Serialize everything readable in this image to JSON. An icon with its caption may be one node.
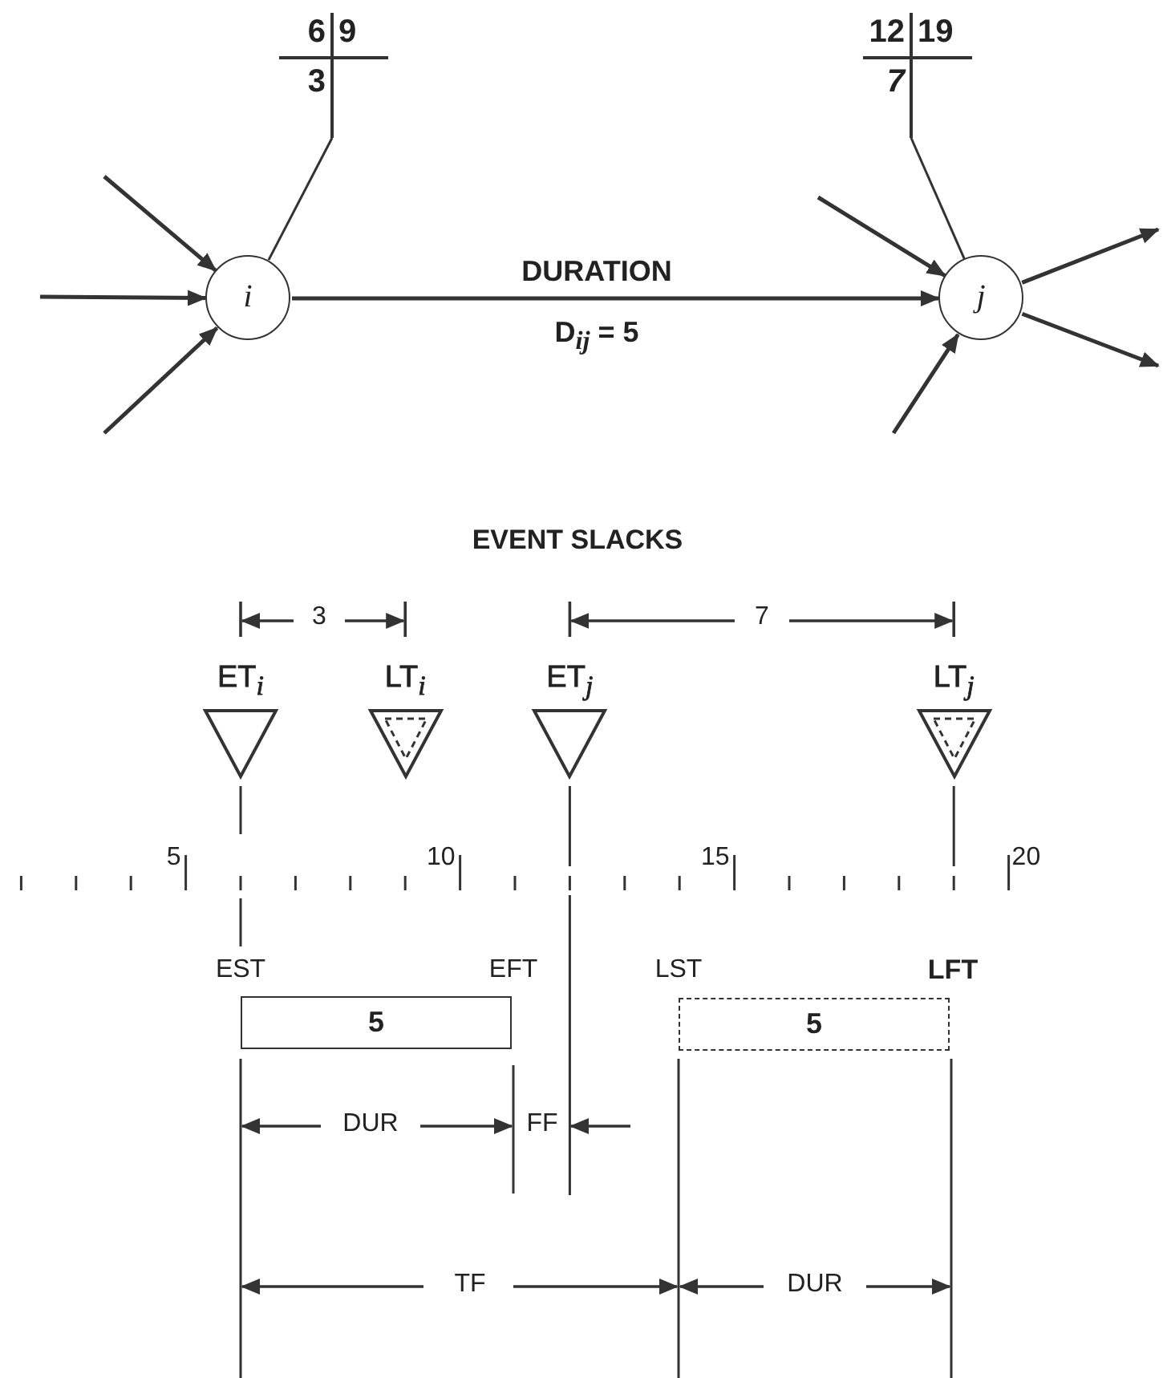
{
  "diagram": {
    "nodes": [
      {
        "text": [
          "*i*"
        ]
      },
      {
        "text": [
          "*j*"
        ]
      },
      {
        "text": [
          "6",
          "9",
          "3"
        ]
      },
      {
        "text": [
          "12",
          "19",
          "*7*"
        ]
      },
      {
        "text": [
          "ET$_{i}$"
        ]
      },
      {
        "text": [
          "LT$_{i}$"
        ]
      },
      {
        "text": [
          "ET$_{j}$"
        ]
      },
      {
        "text": [
          "LT$_{j}$"
        ]
      },
      {
        "text": [
          "5"
        ]
      },
      {
        "text": [
          "5"
        ]
      }
    ],
    "edges": [
      {
        "from": null,
        "to": 0,
        "arrow": "to"
      },
      {
        "from": null,
        "to": 0,
        "arrow": "to"
      },
      {
        "from": null,
        "to": 0,
        "arrow": "to"
      },
      {
        "from": 0,
        "to": 1,
        "arrow": "to",
        "label": "DURATION D$_{ij}$ = 5"
      },
      {
        "from": null,
        "to": 1,
        "arrow": "to"
      },
      {
        "from": null,
        "to": 1,
        "arrow": "to"
      },
      {
        "from": 1,
        "to": null,
        "arrow": "to"
      },
      {
        "from": 1,
        "to": null,
        "arrow": "to"
      },
      {
        "from": 2,
        "to": 0,
        "arrow": "none"
      },
      {
        "from": 3,
        "to": 1,
        "arrow": "none"
      }
    ],
    "labels": [
      "EVENT SLACKS",
      "3",
      "7",
      "5",
      "10",
      "15",
      "20",
      "EST",
      "EFT",
      "LST",
      "LFT",
      "DUR",
      "FF",
      "TF",
      "DUR"
    ]
  }
}
